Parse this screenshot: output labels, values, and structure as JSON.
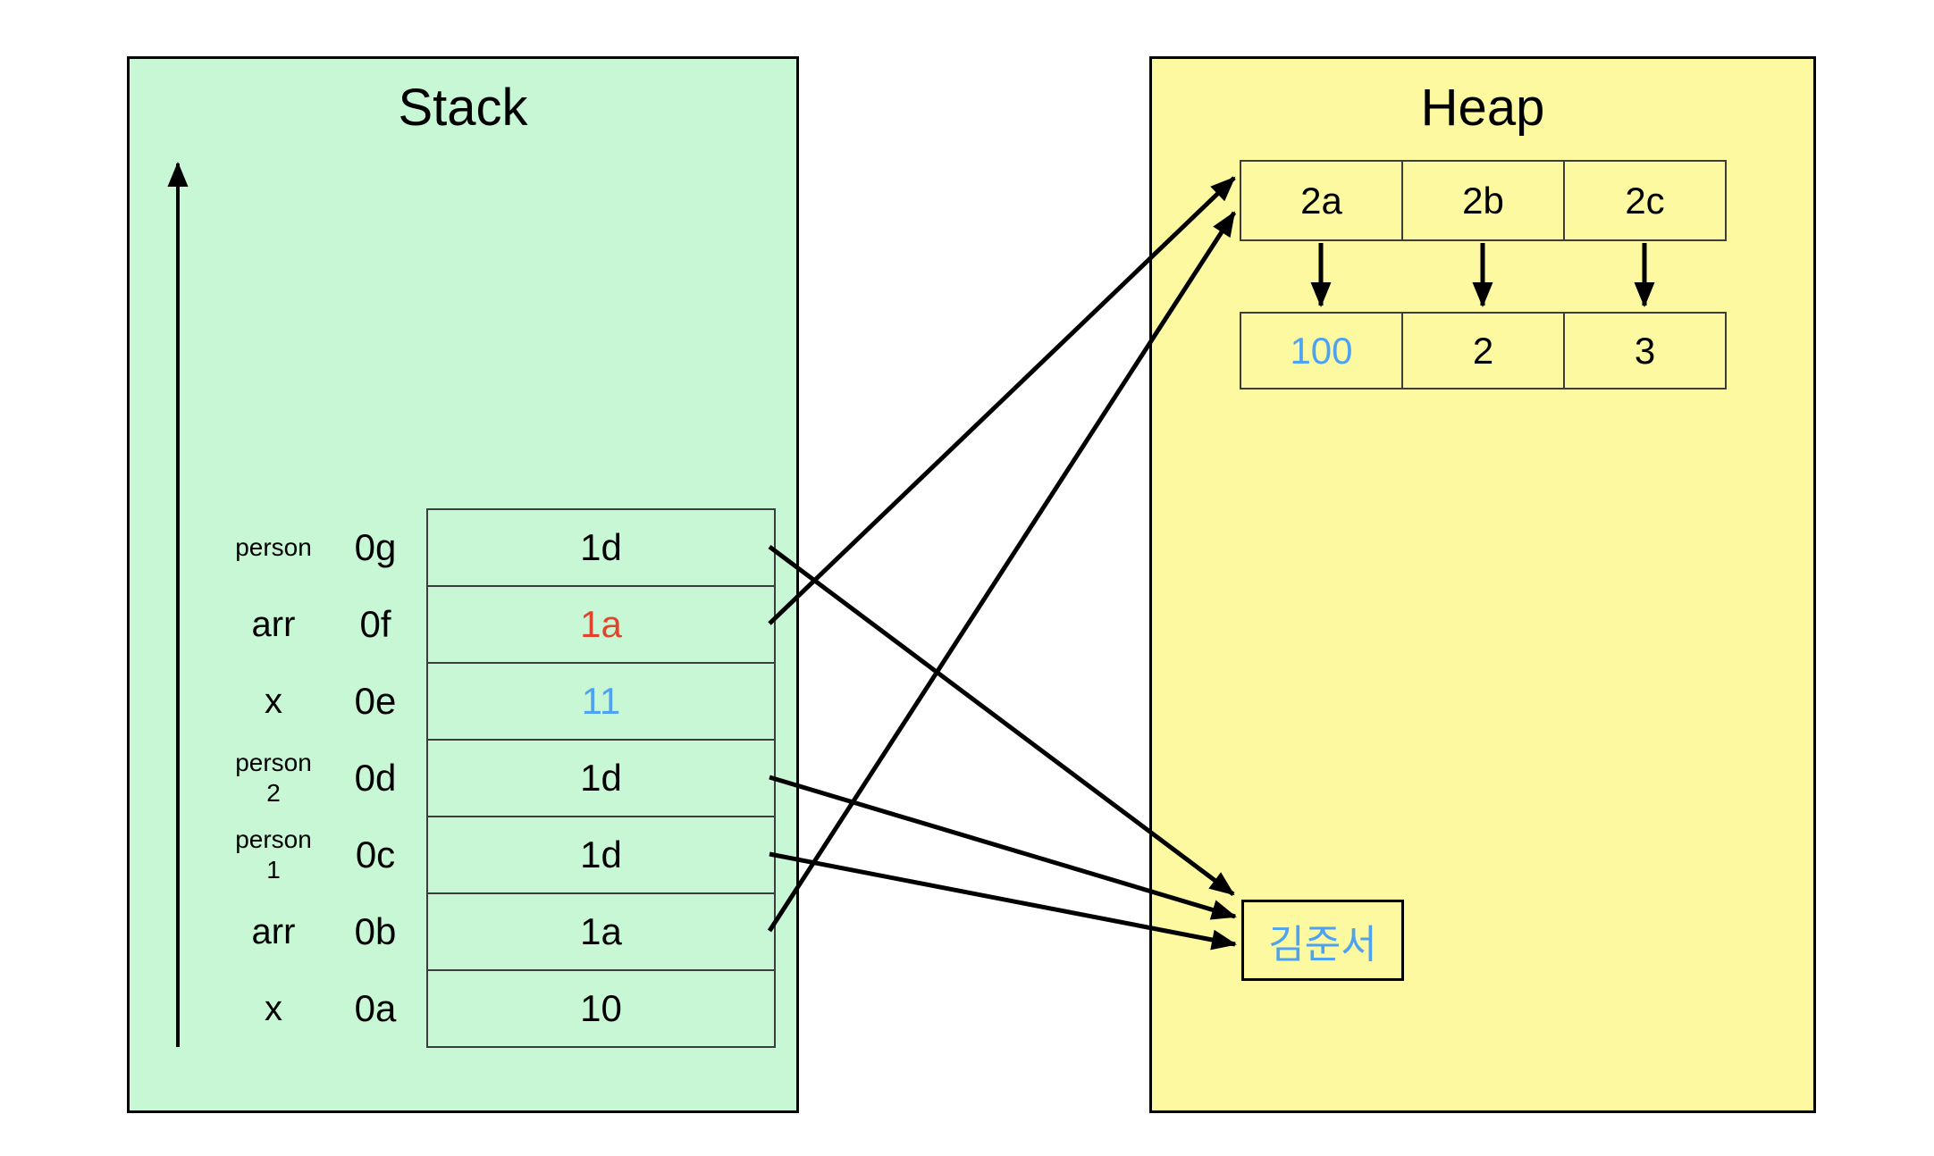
{
  "colors": {
    "stack_bg": "#c8f7d5",
    "heap_bg": "#fcf9a1",
    "red": "#e2432a",
    "blue": "#4da3f2",
    "line": "#000000",
    "cell_border": "#3d3d3d"
  },
  "stack": {
    "title": "Stack",
    "rows": [
      {
        "label": "person",
        "label2": "",
        "addr": "0g",
        "value": "1d"
      },
      {
        "label": "arr",
        "label2": "",
        "addr": "0f",
        "value": "1a"
      },
      {
        "label": "x",
        "label2": "",
        "addr": "0e",
        "value": "11"
      },
      {
        "label": "person",
        "label2": "2",
        "addr": "0d",
        "value": "1d"
      },
      {
        "label": "person",
        "label2": "1",
        "addr": "0c",
        "value": "1d"
      },
      {
        "label": "arr",
        "label2": "",
        "addr": "0b",
        "value": "1a"
      },
      {
        "label": "x",
        "label2": "",
        "addr": "0a",
        "value": "10"
      }
    ]
  },
  "heap": {
    "title": "Heap",
    "array_addresses": [
      "2a",
      "2b",
      "2c"
    ],
    "array_values": [
      "100",
      "2",
      "3"
    ],
    "object_value": "김준서"
  },
  "connections": [
    {
      "from": "stack 0g value 1d",
      "to": "heap object 김준서"
    },
    {
      "from": "stack 0f value 1a",
      "to": "heap array cell 2a"
    },
    {
      "from": "stack 0d value 1d",
      "to": "heap object 김준서"
    },
    {
      "from": "stack 0c value 1d",
      "to": "heap object 김준서"
    },
    {
      "from": "stack 0b value 1a",
      "to": "heap array cell 2a"
    },
    {
      "from": "heap cell 2a",
      "to": "heap value 100"
    },
    {
      "from": "heap cell 2b",
      "to": "heap value 2"
    },
    {
      "from": "heap cell 2c",
      "to": "heap value 3"
    }
  ]
}
